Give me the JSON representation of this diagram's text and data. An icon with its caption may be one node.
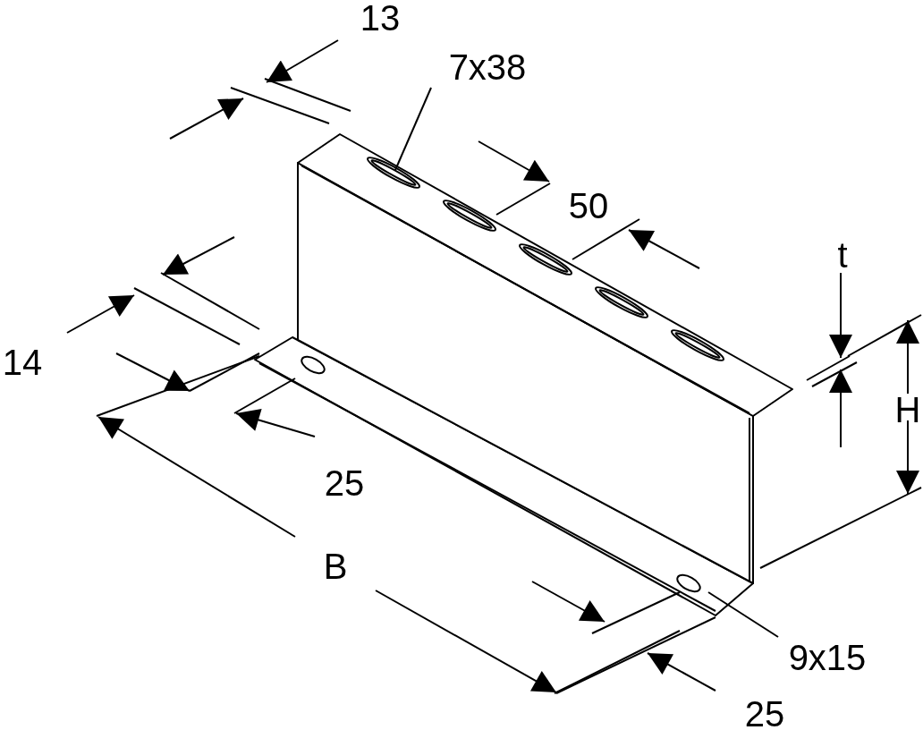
{
  "diagram": {
    "nodes": [
      {
        "text": [
          "7x38"
        ]
      },
      {
        "text": [
          "9x15"
        ]
      }
    ],
    "edges": [
      {
        "from": 0,
        "to": null,
        "arrow": "none"
      },
      {
        "from": 1,
        "to": null,
        "arrow": "none"
      }
    ],
    "labels": [
      "13",
      "50",
      "t",
      "14",
      "H",
      "25",
      "B",
      "25"
    ]
  }
}
